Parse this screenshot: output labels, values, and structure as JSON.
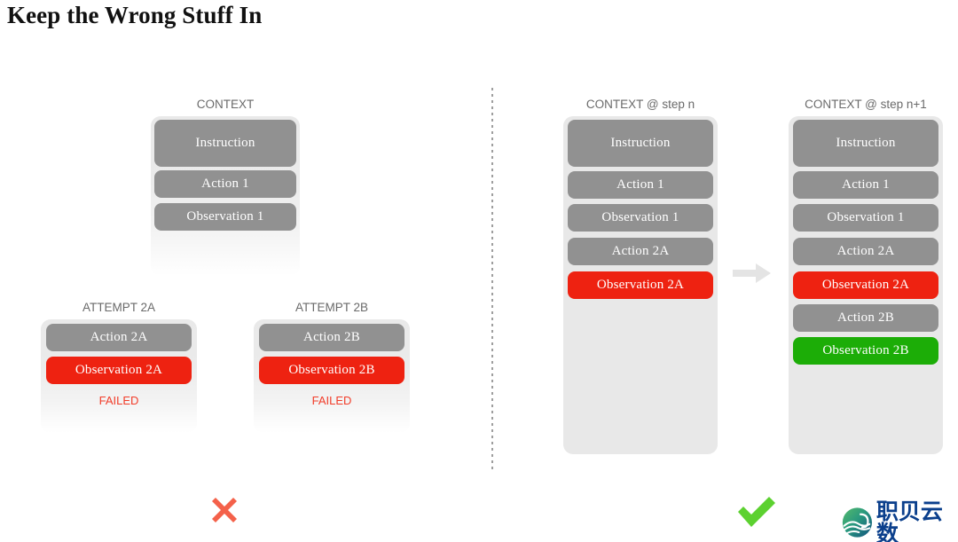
{
  "title": "Keep the Wrong Stuff In",
  "colors": {
    "chip_gray": "#919191",
    "chip_red": "#ee2211",
    "chip_green": "#1cad07",
    "panel_gray": "#e8e8e8",
    "failed_red": "#f23d2a",
    "cross_red": "#f4614a",
    "check_green": "#5cd130",
    "caption_gray": "#6a6a6a"
  },
  "left_side": {
    "context_panel": {
      "caption": "CONTEXT",
      "items": [
        {
          "label": "Instruction",
          "state": "gray",
          "tall": true
        },
        {
          "label": "Action 1",
          "state": "gray",
          "tall": false
        },
        {
          "label": "Observation 1",
          "state": "gray",
          "tall": false
        }
      ]
    },
    "attempts": [
      {
        "caption": "ATTEMPT 2A",
        "items": [
          {
            "label": "Action 2A",
            "state": "gray"
          },
          {
            "label": "Observation 2A",
            "state": "red"
          }
        ],
        "status": "FAILED"
      },
      {
        "caption": "ATTEMPT 2B",
        "items": [
          {
            "label": "Action 2B",
            "state": "gray"
          },
          {
            "label": "Observation 2B",
            "state": "red"
          }
        ],
        "status": "FAILED"
      }
    ],
    "verdict_icon": "cross-icon"
  },
  "right_side": {
    "panels": [
      {
        "caption": "CONTEXT @ step n",
        "items": [
          {
            "label": "Instruction",
            "state": "gray",
            "tall": true
          },
          {
            "label": "Action 1",
            "state": "gray",
            "tall": false
          },
          {
            "label": "Observation 1",
            "state": "gray",
            "tall": false
          },
          {
            "label": "Action 2A",
            "state": "gray",
            "tall": false
          },
          {
            "label": "Observation 2A",
            "state": "red",
            "tall": false
          }
        ]
      },
      {
        "caption": "CONTEXT @ step n+1",
        "items": [
          {
            "label": "Instruction",
            "state": "gray",
            "tall": true
          },
          {
            "label": "Action 1",
            "state": "gray",
            "tall": false
          },
          {
            "label": "Observation 1",
            "state": "gray",
            "tall": false
          },
          {
            "label": "Action 2A",
            "state": "gray",
            "tall": false
          },
          {
            "label": "Observation 2A",
            "state": "red",
            "tall": false
          },
          {
            "label": "Action 2B",
            "state": "gray",
            "tall": false
          },
          {
            "label": "Observation 2B",
            "state": "green",
            "tall": false
          }
        ]
      }
    ],
    "transition_icon": "right-arrow-icon",
    "verdict_icon": "check-icon"
  },
  "logo": {
    "text": "职贝云数",
    "icon": "wave-circle-logo-icon"
  }
}
